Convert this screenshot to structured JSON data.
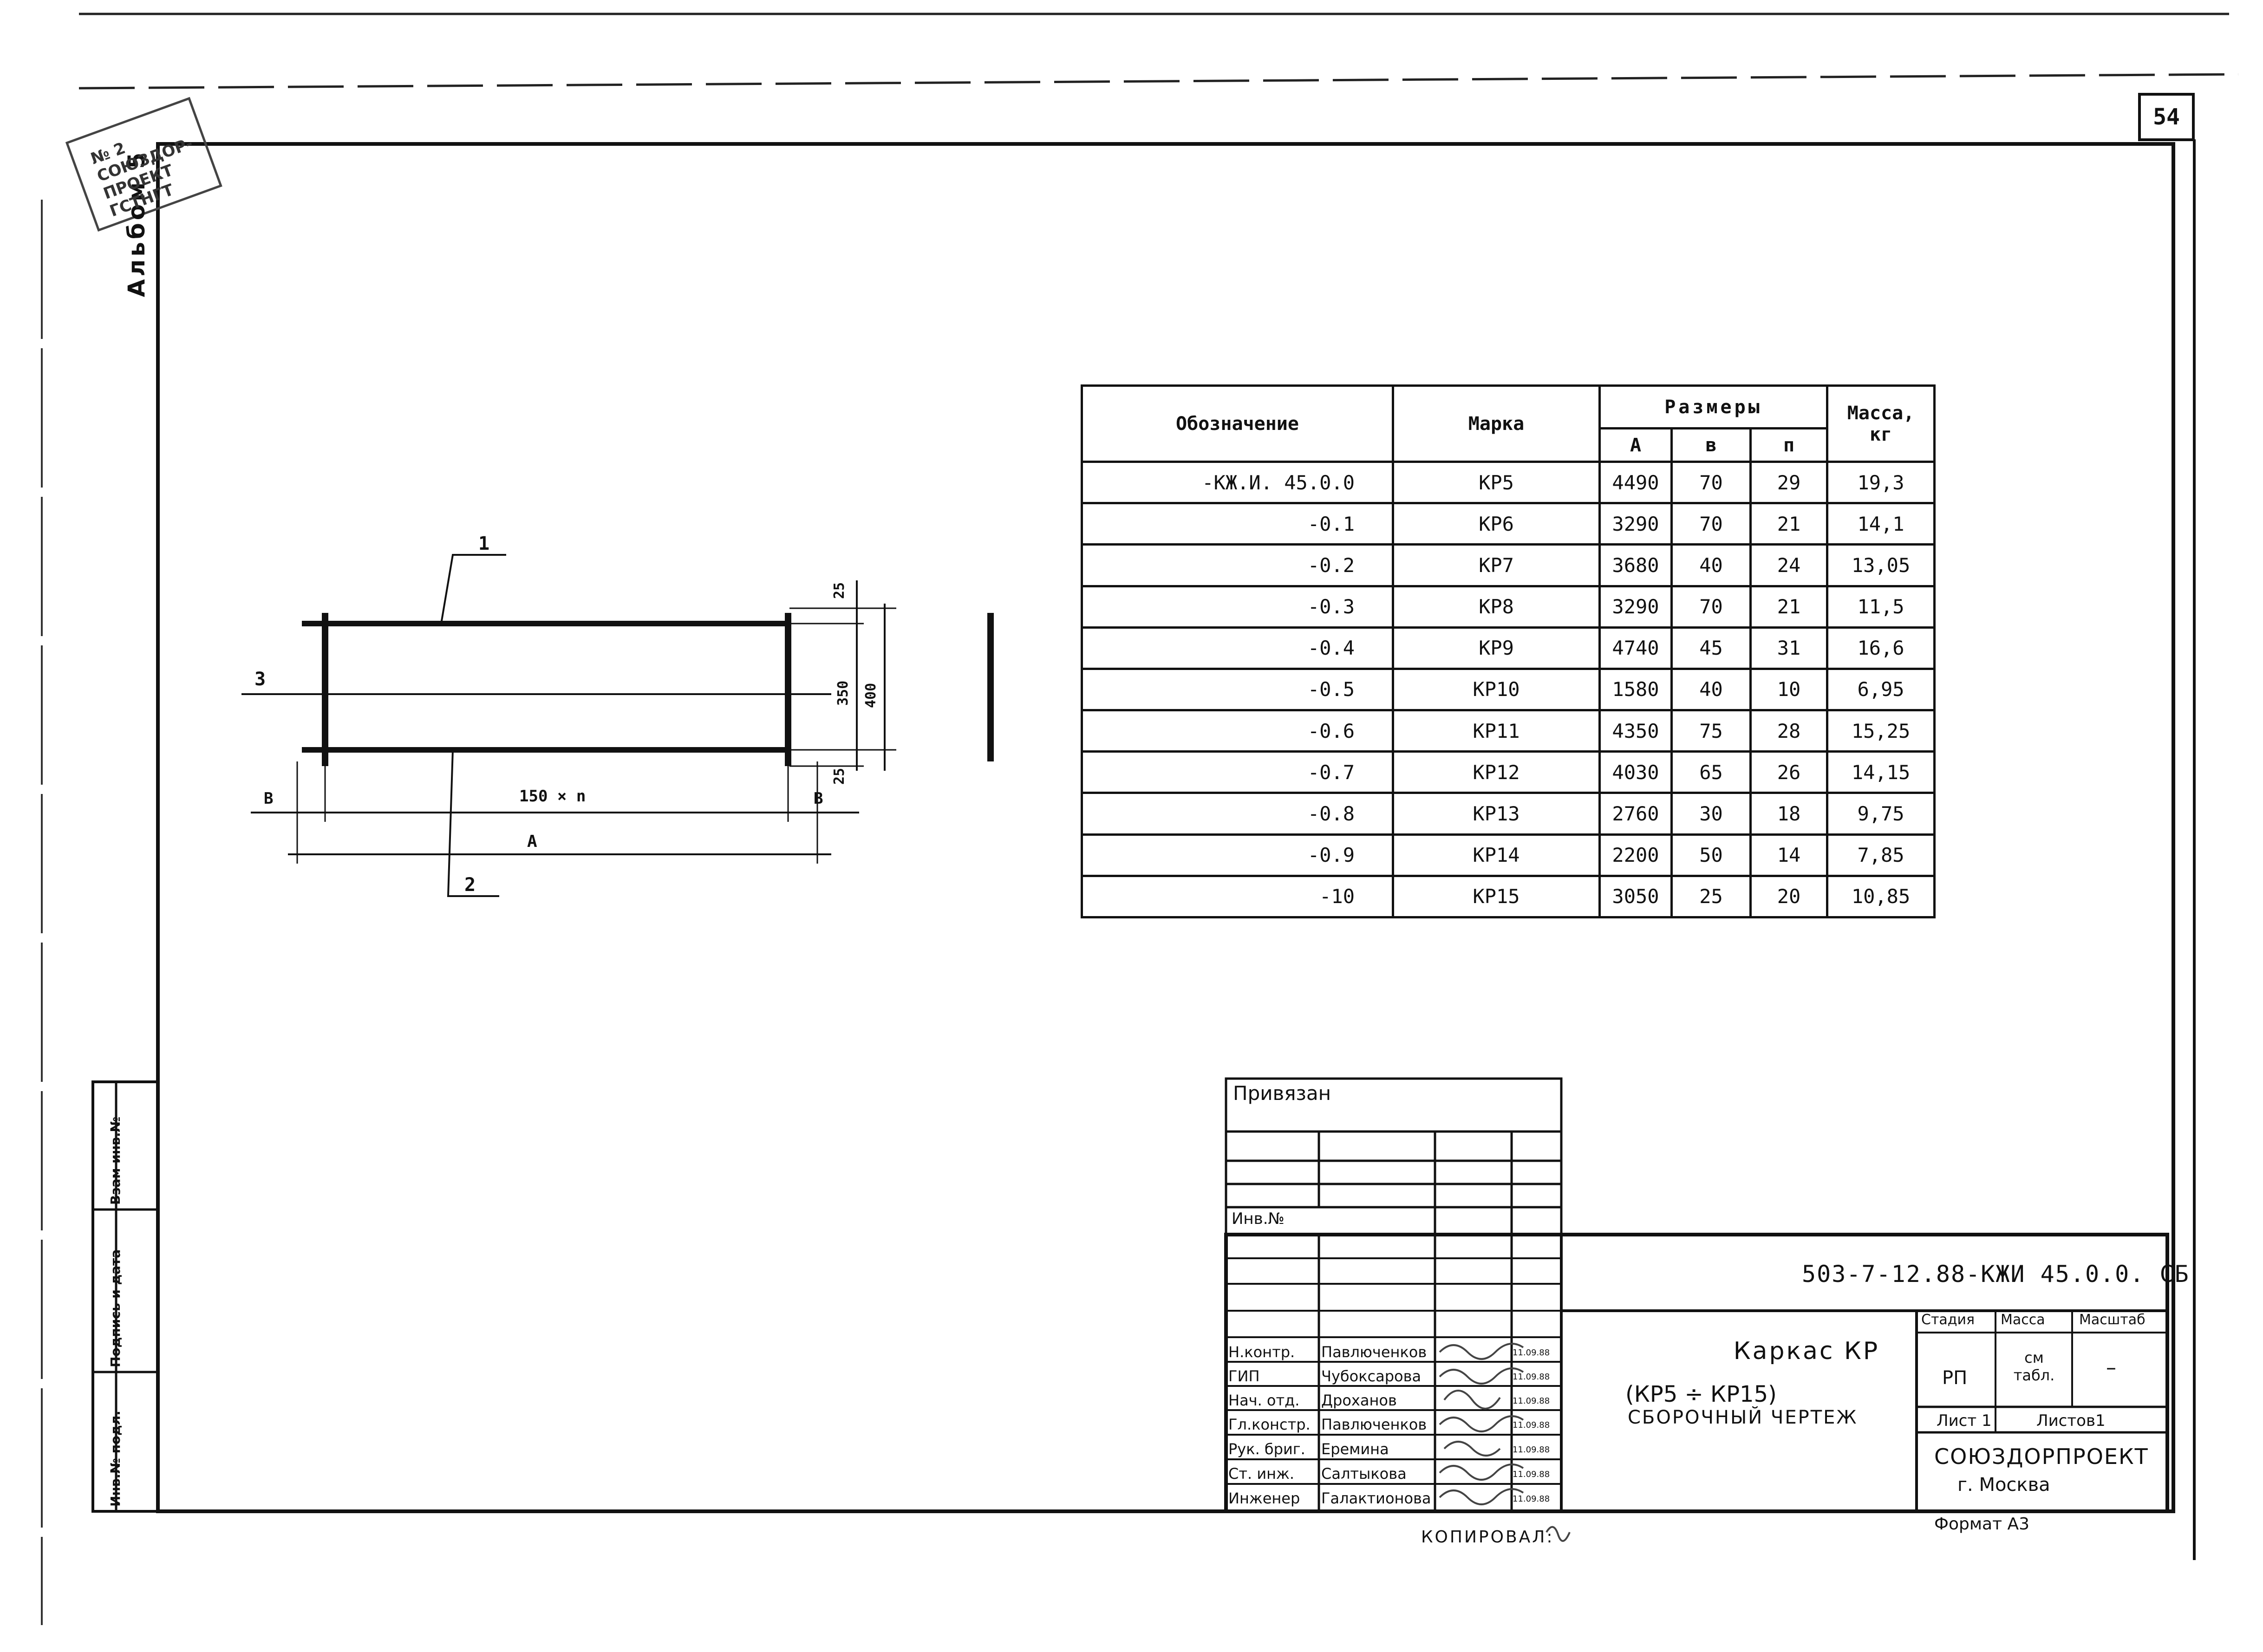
{
  "sheet_number": "54",
  "album_label": "Альбом 5",
  "stamp": {
    "line1": "№ 2",
    "line2": "СОЮЗДОР-",
    "line3": "ПРОЕКТ",
    "line4": "ГСТНГТ"
  },
  "side_stamp": {
    "inv_orig": "Инв.№ подл.",
    "sign_date": "Подпись и дата",
    "replace_inv": "Взам инв.№"
  },
  "drawing": {
    "callout_1": "1",
    "callout_2": "2",
    "callout_3": "3",
    "dim_25_top": "25",
    "dim_350": "350",
    "dim_400": "400",
    "dim_25_bottom": "25",
    "dim_b_left": "В",
    "dim_b_right": "В",
    "dim_150n": "150 × n",
    "dim_A": "А"
  },
  "spec_table": {
    "headers": {
      "designation": "Обозначение",
      "mark": "Марка",
      "sizes": "Размеры",
      "mass": "Масса, кг",
      "a": "А",
      "b": "в",
      "n": "п"
    },
    "rows": [
      {
        "designation": "-КЖ.И. 45.0.0",
        "mark": "КР5",
        "a": "4490",
        "b": "70",
        "n": "29",
        "mass": "19,3"
      },
      {
        "designation": "-0.1",
        "mark": "КР6",
        "a": "3290",
        "b": "70",
        "n": "21",
        "mass": "14,1"
      },
      {
        "designation": "-0.2",
        "mark": "КР7",
        "a": "3680",
        "b": "40",
        "n": "24",
        "mass": "13,05"
      },
      {
        "designation": "-0.3",
        "mark": "КР8",
        "a": "3290",
        "b": "70",
        "n": "21",
        "mass": "11,5"
      },
      {
        "designation": "-0.4",
        "mark": "КР9",
        "a": "4740",
        "b": "45",
        "n": "31",
        "mass": "16,6"
      },
      {
        "designation": "-0.5",
        "mark": "КР10",
        "a": "1580",
        "b": "40",
        "n": "10",
        "mass": "6,95"
      },
      {
        "designation": "-0.6",
        "mark": "КР11",
        "a": "4350",
        "b": "75",
        "n": "28",
        "mass": "15,25"
      },
      {
        "designation": "-0.7",
        "mark": "КР12",
        "a": "4030",
        "b": "65",
        "n": "26",
        "mass": "14,15"
      },
      {
        "designation": "-0.8",
        "mark": "КР13",
        "a": "2760",
        "b": "30",
        "n": "18",
        "mass": "9,75"
      },
      {
        "designation": "-0.9",
        "mark": "КР14",
        "a": "2200",
        "b": "50",
        "n": "14",
        "mass": "7,85"
      },
      {
        "designation": "-10",
        "mark": "КР15",
        "a": "3050",
        "b": "25",
        "n": "20",
        "mass": "10,85"
      }
    ]
  },
  "bound_block": {
    "title": "Привязан",
    "inv_label": "Инв.№"
  },
  "title_block": {
    "doc_code": "503-7-12.88-КЖИ 45.0.0. СБ",
    "title": "Каркас КР",
    "subtitle": "(КР5 ÷ КР15)",
    "drawing_type": "СБОРОЧНЫЙ ЧЕРТЕЖ",
    "stage_header": "Стадия",
    "mass_header": "Масса",
    "scale_header": "Масштаб",
    "stage_value": "РП",
    "mass_value_1": "см",
    "mass_value_2": "табл.",
    "scale_value": "–",
    "sheet_label": "Лист 1",
    "sheets_label": "Листов1",
    "organization": "СОЮЗДОРПРОЕКТ",
    "city": "г. Москва",
    "format": "Формат А3",
    "copied": "КОПИРОВАЛ:"
  },
  "staff": [
    {
      "role": "Н.контр.",
      "name": "Павлюченков",
      "date": "11.09.88"
    },
    {
      "role": "ГИП",
      "name": "Чубоксарова",
      "date": "11.09.88"
    },
    {
      "role": "Нач. отд.",
      "name": "Дроханов",
      "date": "11.09.88"
    },
    {
      "role": "Гл.констр.",
      "name": "Павлюченков",
      "date": "11.09.88"
    },
    {
      "role": "Рук. бриг.",
      "name": "Еремина",
      "date": "11.09.88"
    },
    {
      "role": "Ст. инж.",
      "name": "Салтыкова",
      "date": "11.09.88"
    },
    {
      "role": "Инженер",
      "name": "Галактионова",
      "date": "11.09.88"
    }
  ]
}
